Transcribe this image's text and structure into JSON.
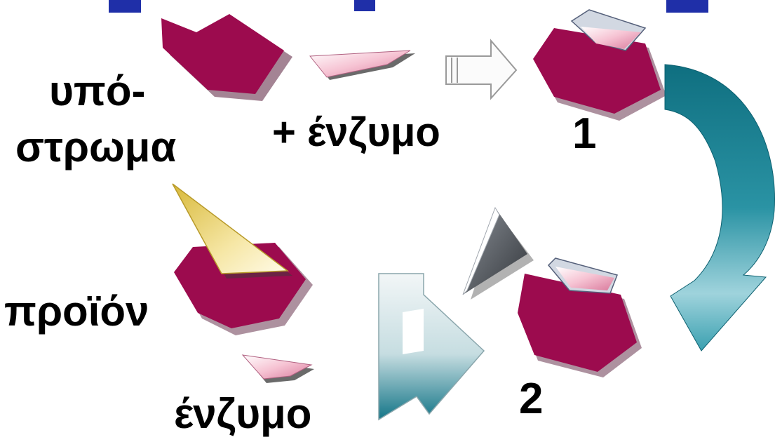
{
  "labels": {
    "substrate_line1": "υπό-",
    "substrate_line2": "στρωμα",
    "enzyme_plus": "+ ένζυμο",
    "step1": "1",
    "product": "προϊόν",
    "step2": "2",
    "enzyme_bottom": "ένζυμο"
  },
  "colors": {
    "title_fragment": "#1f2fa8",
    "substrate": "#9c0b4e",
    "enzyme": "#f2b6c8",
    "product_triangle": "#f0d67a",
    "dark_triangle": "#4b4f55",
    "cycle_arrow": "#137a8c",
    "outline_arrow": "#8a8a8a"
  },
  "icons": {
    "shape_substrate": "hexagon-notched-icon",
    "shape_enzyme": "trapezoid-icon",
    "shape_product": "triangle-icon",
    "step_arrow": "right-outline-arrow-icon",
    "cycle_arrow": "curved-arrow-icon",
    "return_arrow": "bent-arrow-icon"
  }
}
